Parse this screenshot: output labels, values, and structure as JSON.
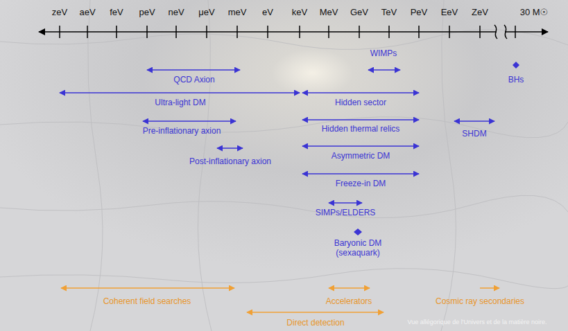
{
  "diagram": {
    "labels": [
      "zeV",
      "aeV",
      "feV",
      "peV",
      "neV",
      "μeV",
      "meV",
      "eV",
      "keV",
      "MeV",
      "GeV",
      "TeV",
      "PeV",
      "EeV",
      "ZeV",
      "30 M☉",
      "QCD Axion",
      "WIMPs",
      "BHs",
      "Ultra-light DM",
      "Hidden sector",
      "Pre-inflationary axion",
      "Hidden thermal relics",
      "SHDM",
      "Asymmetric DM",
      "Post-inflationary axion",
      "Freeze-in DM",
      "SIMPs/ELDERS",
      "Baryonic DM (sexaquark)",
      "Coherent field searches",
      "Accelerators",
      "Cosmic ray secondaries",
      "Direct detection",
      "Vue allégorique de l'Univers et de la matière noire."
    ]
  }
}
